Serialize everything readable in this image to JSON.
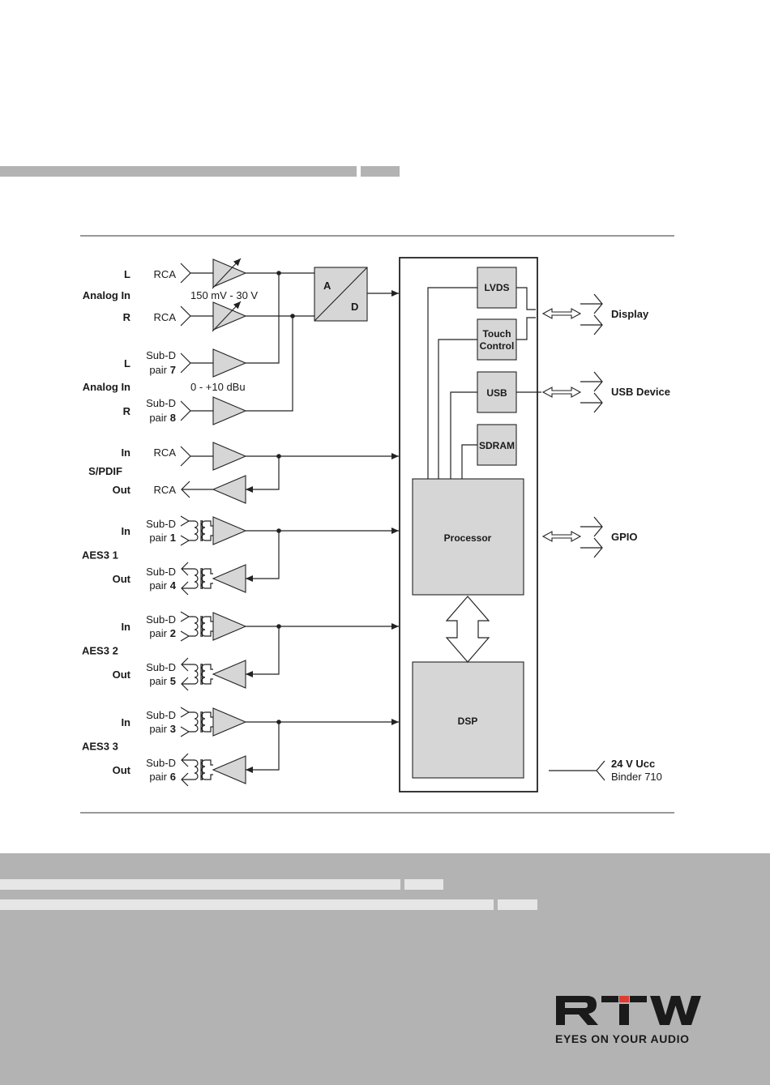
{
  "colors": {
    "bar_gray": "#b3b3b3",
    "block_gray": "#d6d6d6",
    "logo_red": "#e03c31",
    "ink": "#1a1a1a"
  },
  "inputs": {
    "analog_rca_L": "L",
    "analog_rca_group": "Analog In",
    "analog_rca_R": "R",
    "rca1": "RCA",
    "rca2": "RCA",
    "rca_range": "150 mV - 30 V",
    "analog_sub_L": "L",
    "analog_sub_group": "Analog In",
    "analog_sub_R": "R",
    "subd": "Sub-D",
    "pair": "pair",
    "pair7": "7",
    "pair8": "8",
    "sub_range": "0  - +10 dBu",
    "spdif_in": "In",
    "spdif_group": "S/PDIF",
    "spdif_out": "Out",
    "spdif_rca_in": "RCA",
    "spdif_rca_out": "RCA",
    "aes1_in": "In",
    "aes1_group": "AES3  1",
    "aes1_out": "Out",
    "aes1_pair_in": "1",
    "aes1_pair_out": "4",
    "aes2_in": "In",
    "aes2_group": "AES3  2",
    "aes2_out": "Out",
    "aes2_pair_in": "2",
    "aes2_pair_out": "5",
    "aes3_in": "In",
    "aes3_group": "AES3  3",
    "aes3_out": "Out",
    "aes3_pair_in": "3",
    "aes3_pair_out": "6"
  },
  "blocks": {
    "adc_a": "A",
    "adc_d": "D",
    "lvds": "LVDS",
    "touch_1": "Touch",
    "touch_2": "Control",
    "usb": "USB",
    "sdram": "SDRAM",
    "processor": "Processor",
    "dsp": "DSP"
  },
  "outputs": {
    "display": "Display",
    "usb_device": "USB Device",
    "gpio": "GPIO",
    "power": "24 V Ucc",
    "power_connector": "Binder 710"
  },
  "logo": {
    "letters": "RTW",
    "tagline": "EYES ON YOUR AUDIO"
  }
}
